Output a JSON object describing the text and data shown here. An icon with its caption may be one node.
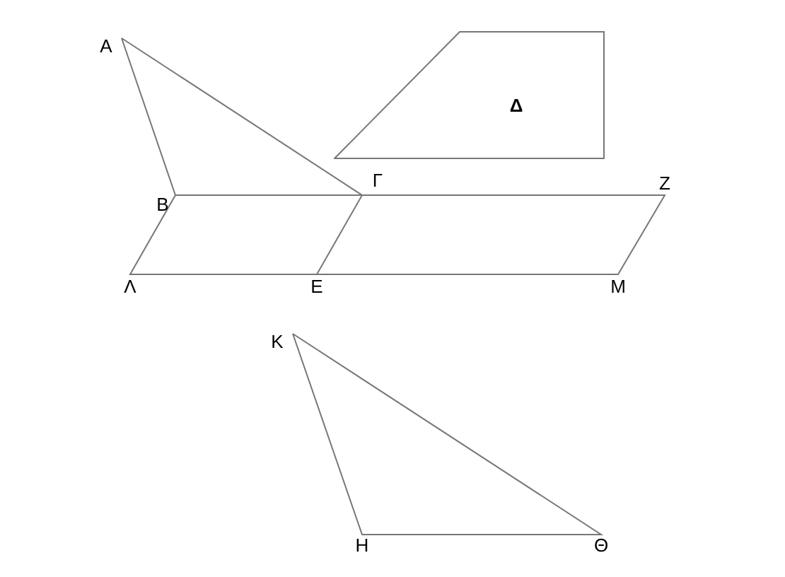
{
  "diagram": {
    "nodes": [
      {
        "text": [
          "Δ"
        ]
      }
    ],
    "edges": [],
    "labels": [
      "Α",
      "Γ",
      "Ζ",
      "Β",
      "Λ",
      "Ε",
      "Μ",
      "Κ",
      "Η",
      "Θ"
    ]
  }
}
